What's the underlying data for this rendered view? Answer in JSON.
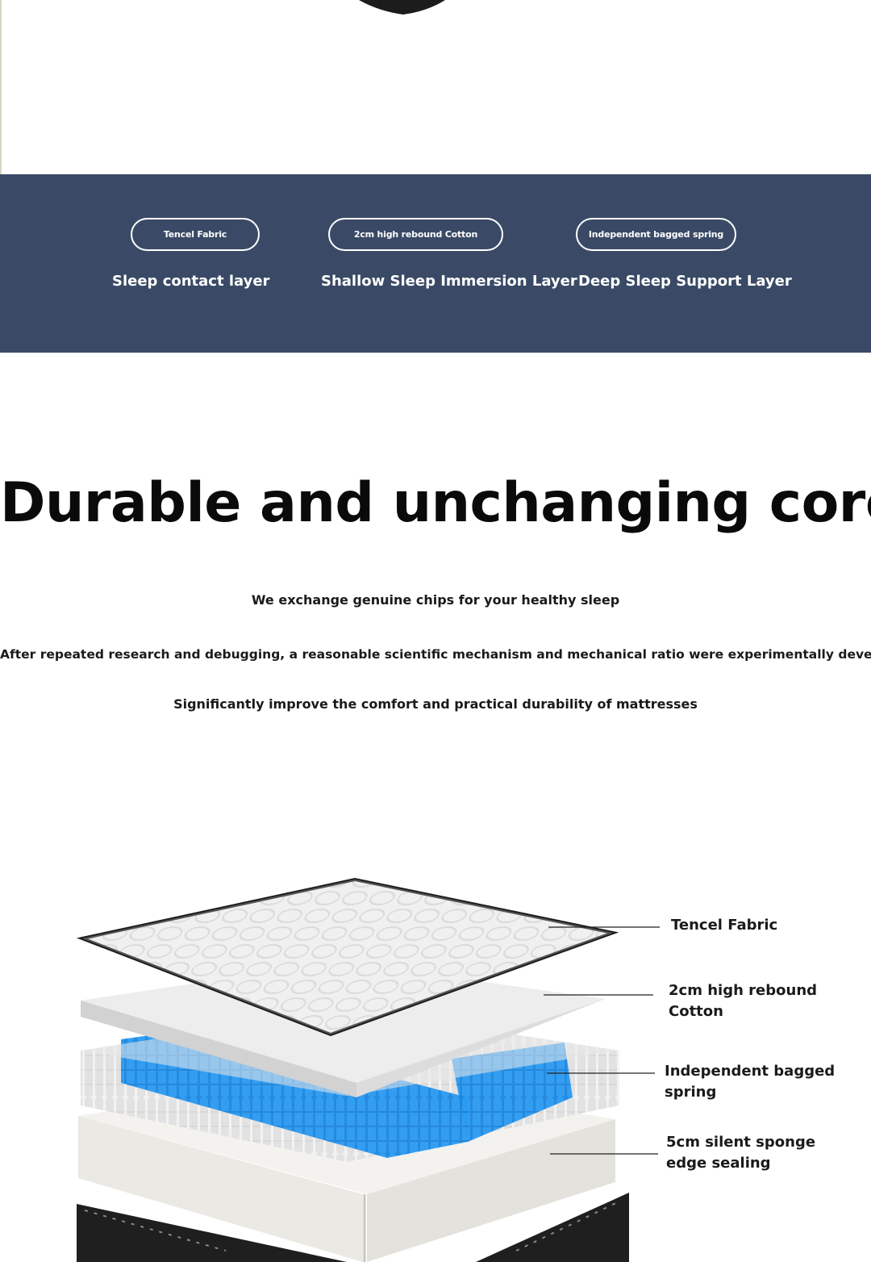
{
  "layers": [
    {
      "tag": "Tencel Fabric",
      "title": "Sleep contact layer"
    },
    {
      "tag": "2cm high rebound Cotton",
      "title": "Shallow Sleep Immersion Layer"
    },
    {
      "tag": "Independent bagged spring",
      "title": "Deep Sleep Support Layer"
    }
  ],
  "core": {
    "title": "Durable and unchanging core",
    "lines": [
      "We exchange genuine chips for your healthy sleep",
      "After repeated research and debugging, a reasonable scientific mechanism and mechanical ratio were experimentally developed",
      "Significantly improve the comfort and practical durability of mattresses"
    ]
  },
  "diagram": {
    "callouts": [
      "Tencel Fabric",
      "2cm high rebound Cotton",
      "Independent bagged spring",
      "5cm silent sponge edge sealing"
    ]
  },
  "colors": {
    "band": "#3a4a66",
    "spring_blue": "#1e8ee8",
    "spring_white": "#eeeeee"
  }
}
